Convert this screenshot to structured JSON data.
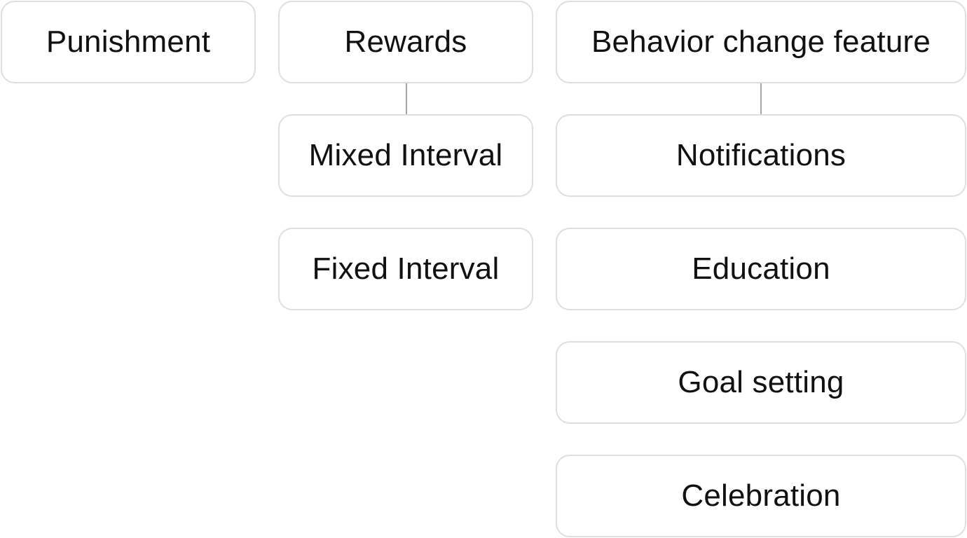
{
  "columns": [
    {
      "header": "Punishment",
      "children": []
    },
    {
      "header": "Rewards",
      "children": [
        "Mixed Interval",
        "Fixed Interval"
      ]
    },
    {
      "header": "Behavior change feature",
      "children": [
        "Notifications",
        "Education",
        "Goal setting",
        "Celebration"
      ]
    }
  ],
  "colors": {
    "border": "#dedede",
    "connector": "#a6a6a6",
    "text": "#111111",
    "background": "#ffffff"
  }
}
